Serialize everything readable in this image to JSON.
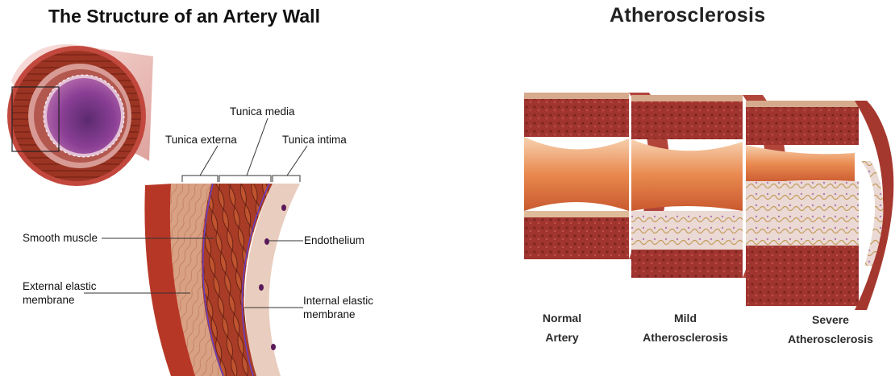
{
  "left_diagram": {
    "title": "The Structure of an Artery Wall",
    "labels": {
      "tunica_media": "Tunica media",
      "tunica_externa": "Tunica externa",
      "tunica_intima": "Tunica intima",
      "smooth_muscle": "Smooth muscle",
      "endothelium": "Endothelium",
      "external_elastic_line1": "External elastic",
      "external_elastic_line2": "membrane",
      "internal_elastic_line1": "Internal elastic",
      "internal_elastic_line2": "membrane"
    }
  },
  "right_diagram": {
    "title": "Atherosclerosis",
    "stages": [
      {
        "line1": "Normal",
        "line2": "Artery"
      },
      {
        "line1": "Mild",
        "line2": "Atherosclerosis"
      },
      {
        "line1": "Severe",
        "line2": "Atherosclerosis"
      }
    ]
  },
  "colors": {
    "muscle": "#a33a26",
    "externa": "#d9a184",
    "intima": "#e9cdbe",
    "lumen": "#8a3f95",
    "plaque": "#e6d3cc"
  }
}
